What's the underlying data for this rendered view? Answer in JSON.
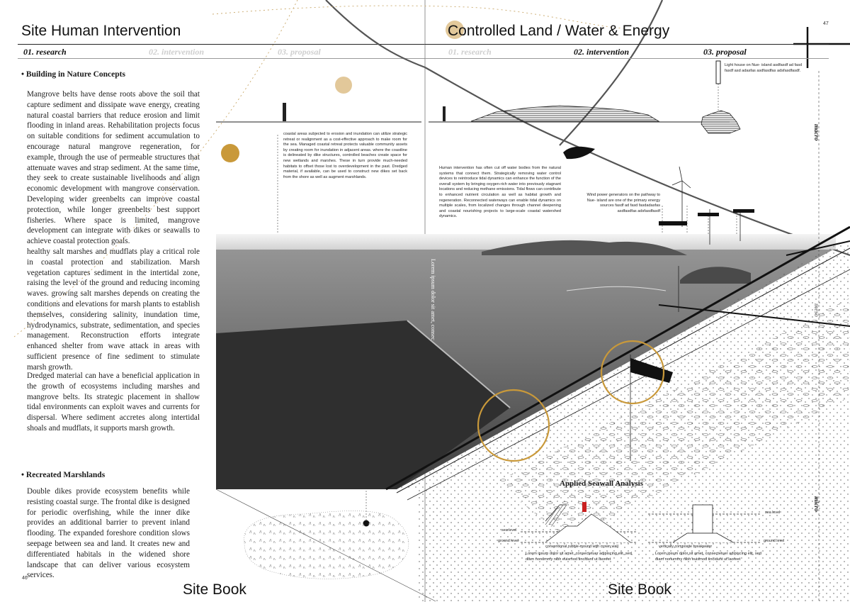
{
  "left_page": {
    "title": "Site Human Intervention",
    "nav": [
      "01. research",
      "02. intervention",
      "03. proposal"
    ],
    "section1_heading": "Building in Nature Concepts",
    "paragraphs": [
      "Mangrove belts have dense roots above the soil that capture sediment and dissipate wave energy, creating natural coastal barriers that reduce erosion and limit flooding in inland areas. Rehabilitation projects focus on suitable conditions for sediment accumulation to encourage natural mangrove regeneration, for example, through the use of permeable structures that attenuate waves and strap sediment. At the same time, they seek to create sustainable livelihoods and align economic development with mangrove conservation. Developing wider greenbelts can improve coastal protection, while longer greenbelts best support fisheries. Where space is limited, mangrove development can integrate with dikes or seawalls to achieve coastal protection goals.",
      "healthy salt marshes and mudflats play a critical role in coastal protection and stabilization. Marsh vegetation captures sediment in the intertidal zone, raising the level of the ground and reducing incoming waves. growing salt marshes depends on creating the conditions and elevations for marsh plants to establish themselves, considering salinity, inundation time, hydrodynamics, substrate, sedimentation, and species management. Reconstruction efforts integrate enhanced shelter from wave attack in areas with sufficient presence of fine sediment to stimulate marsh growth.",
      "Dredged material can have a beneficial application in the growth of ecosystems including marshes and mangrove belts. Its strategic placement in shallow tidal environments can exploit waves and currents for dispersal. Where sediment accretes along intertidal shoals and mudflats, it supports marsh growth."
    ],
    "section2_heading": "Recreated Marshlands",
    "section2_text": "Double dikes provide ecosystem benefits while resisting coastal surge. The frontal dike is designed for periodic overfishing, while the inner dike provides an additional barrier to prevent inland flooding. The expanded foreshore condition slows seepage between sea and land. It creates new and differentiated habitals in the widened shore landscape that can deliver various ecosystem services.",
    "page_number": "46",
    "footer": "Site Book"
  },
  "right_page": {
    "title": "Controlled Land / Water & Energy",
    "nav": [
      "01. research",
      "02. intervention",
      "03. proposal"
    ],
    "page_number": "47",
    "footer": "Site Book",
    "note_center": "coastal areas subjected to erosion and inundation can utilize strategic retreat or realignment as a cost-effective approach to make room for the sea. Managed coastal retreat protects valuable community assets by creating room for inundation in adjacent areas. where the coastline is delineated by dike structures, controlled beaches create space for new wetlands and marshes. These in turn provide much-needed habitats to offset those lost to overdevelopment in the past. Dredged material, if available, can be used to construct new dikes set back from the shore as well as augment marshlands.",
    "note_right": "Human intervention has often cut off water bodies from the natural systems that connect them. Strategically removing water control devices to reintroduce tidal dynamics can enhance the function of the overall system by bringing oxygen-rich water into previously stagnant locations and reducing methane emissions. Tidal flows can contribute to enhanced nutrient circulation as well as habitat growth and regeneration. Reconnected waterways can enable tidal dynamics on multiple scales, from localized changes through channel deepening and coastal nourishing projects to large-scale coastal watershed dynamics.",
    "lighthouse_note": "Light house on Nue- island asdfasdf ad fasd fasdf asd adasfas asdfasdfas adsfasdfasdf.",
    "wind_note": "Wind power generators on the pathway to Nue- island are one of the primary energy sources fasdf ad fasd fasdadasfas asdfasdfas adsfasdfasdf",
    "vertical_caption": "Lorem ipsum dolor sit amet, consec",
    "scale_labels": [
      "macro",
      "meso",
      "micro"
    ],
    "seawall": {
      "title": "Applied Seawall Analysis",
      "left_caption": "conventional rubble-mound with crown wall",
      "right_caption": "vertically composite breakwater",
      "sea_level": "sea level",
      "ground_level": "ground level",
      "lorem": "Lorem ipsum dolor sit amet, consectetuer adipiscing elit, sed diam nonummy nibh euismod tincidunt ut laoreet"
    }
  },
  "colors": {
    "accent_ochre": "#c9993a",
    "accent_ochre_light": "#e2c89a",
    "ink": "#111111",
    "photo_sea": "#6e6e6e"
  }
}
